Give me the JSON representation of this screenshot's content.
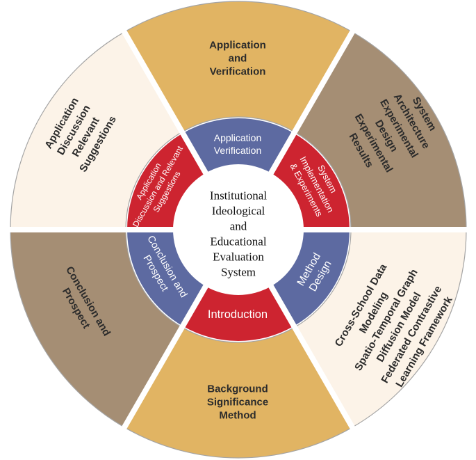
{
  "center": {
    "lines": [
      "Institutional",
      "Ideological",
      "and",
      "Educational",
      "Evaluation",
      "System"
    ]
  },
  "colors": {
    "gold": "#e1b463",
    "taupe": "#a58e74",
    "cream": "#fcf3e8",
    "blue": "#5d6aa1",
    "red": "#cd2430",
    "outline": "#a4a4a4"
  },
  "outer_segments": [
    {
      "id": "top",
      "lines": [
        "Application",
        "and",
        "Verification"
      ]
    },
    {
      "id": "upper-right",
      "lines": [
        "System",
        "Architecture",
        "Experimental",
        "Design",
        "Experimental",
        "Results"
      ]
    },
    {
      "id": "lower-right",
      "lines": [
        "Cross-School Data",
        "Modeling",
        "Spatio-Temporal Graph",
        "Diffusion Model",
        "Federated Contrastive",
        "Learning Framework"
      ]
    },
    {
      "id": "bottom",
      "lines": [
        "Background",
        "Significance",
        "Method"
      ]
    },
    {
      "id": "lower-left",
      "lines": [
        "Conclusion and",
        "Prospect"
      ]
    },
    {
      "id": "upper-left",
      "lines": [
        "Application",
        "Discussion",
        "Relevant",
        "Suggestions"
      ]
    }
  ],
  "inner_segments": [
    {
      "id": "top",
      "lines": [
        "Application",
        "Verification"
      ]
    },
    {
      "id": "upper-right",
      "lines": [
        "System",
        "Implementation",
        "& Experiments"
      ]
    },
    {
      "id": "lower-right",
      "lines": [
        "Method",
        "Design"
      ]
    },
    {
      "id": "bottom",
      "lines": [
        "Introduction"
      ]
    },
    {
      "id": "lower-left",
      "lines": [
        "Conclusion and",
        "Prospect"
      ]
    },
    {
      "id": "upper-left",
      "lines": [
        "Application",
        "Discussion and Relevant",
        "Suggestions"
      ]
    }
  ]
}
